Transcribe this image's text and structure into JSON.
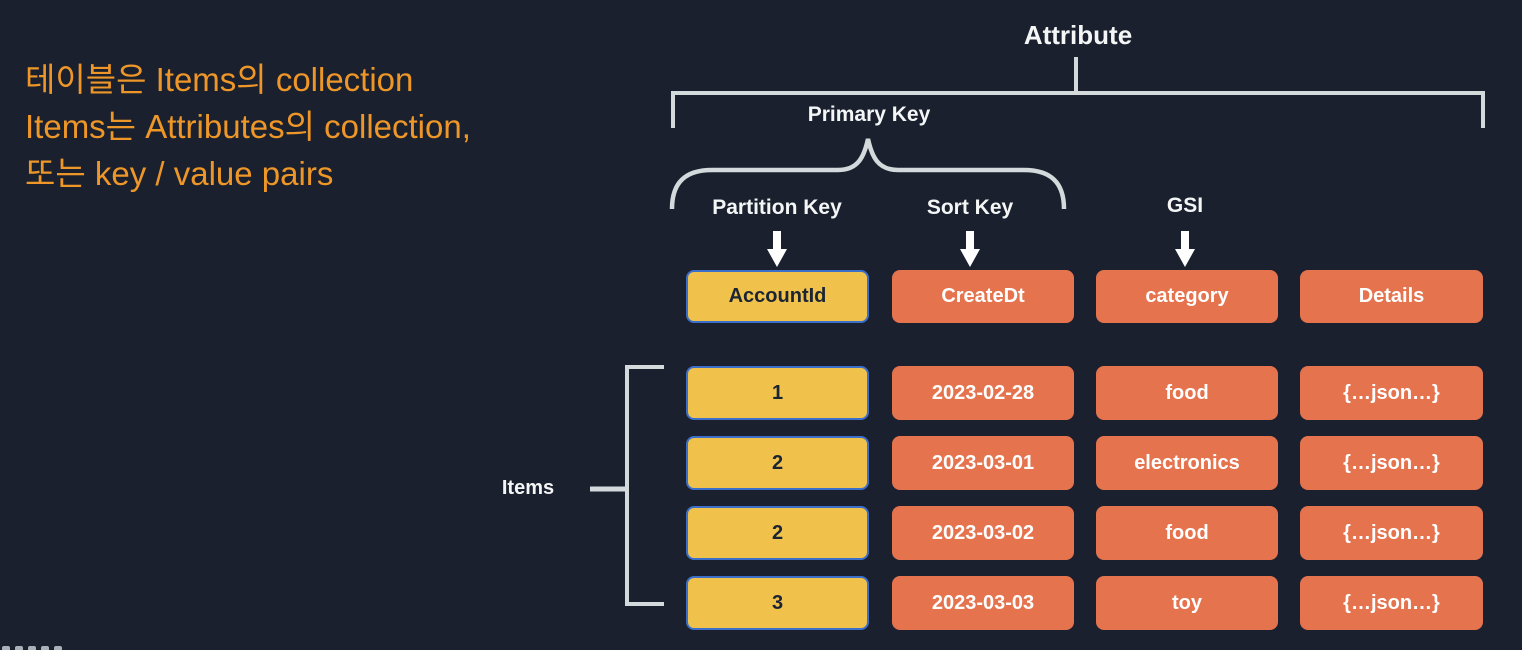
{
  "note": {
    "lines": [
      "테이블은 Items의 collection",
      "Items는 Attributes의 collection,",
      "또는 key / value pairs"
    ]
  },
  "hierarchy": {
    "attribute_label": "Attribute",
    "primary_key_label": "Primary Key",
    "partition_key_label": "Partition Key",
    "sort_key_label": "Sort Key",
    "gsi_label": "GSI",
    "items_label": "Items"
  },
  "table": {
    "headers": [
      "AccountId",
      "CreateDt",
      "category",
      "Details"
    ],
    "rows": [
      [
        "1",
        "2023-02-28",
        "food",
        "{…json…}"
      ],
      [
        "2",
        "2023-03-01",
        "electronics",
        "{…json…}"
      ],
      [
        "2",
        "2023-03-02",
        "food",
        "{…json…}"
      ],
      [
        "3",
        "2023-03-03",
        "toy",
        "{…json…}"
      ]
    ]
  },
  "icons": {
    "watermark": "aws-logo-partial-top-edge",
    "arrows": [
      "down-arrow-partition-key",
      "down-arrow-sort-key",
      "down-arrow-gsi"
    ]
  },
  "colors": {
    "background": "#1A202E",
    "note_text": "#EE9728",
    "cell_orange": "#E5734E",
    "cell_yellow": "#F0C24B",
    "cell_yellow_border": "#3B6FC9",
    "connector": "#D4DADB",
    "label_text": "#F4F6F6"
  }
}
